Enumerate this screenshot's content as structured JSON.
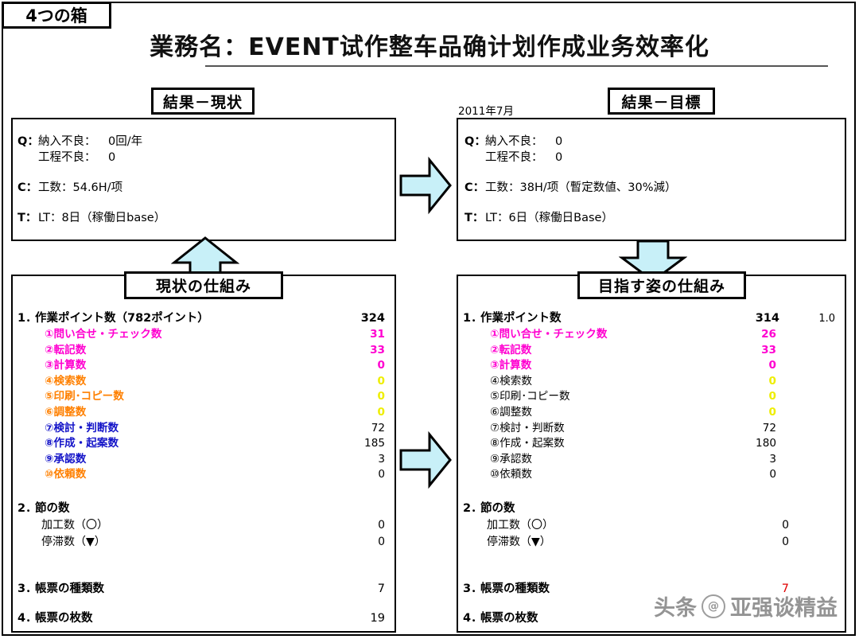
{
  "corner_tag": "4つの箱",
  "title": "業務名：EVENT试作整车品确计划作成业务效率化",
  "captions": {
    "result_current": "結果－現状",
    "result_target": "結果－目標",
    "scheme_current": "現状の仕組み",
    "scheme_target": "目指す姿の仕組み"
  },
  "date_label": "2011年7月",
  "result_current": {
    "q_key": "Q：",
    "q_line1_label": "納入不良：",
    "q_line1_value": "0回/年",
    "q_line2_label": "工程不良：",
    "q_line2_value": "0",
    "c_key": "C：",
    "c_text": "工数：54.6H/项",
    "t_key": "T：",
    "t_text": "LT：8日（稼働日base）"
  },
  "result_target": {
    "q_key": "Q：",
    "q_line1_label": "納入不良：",
    "q_line1_value": "0",
    "q_line2_label": "工程不良：",
    "q_line2_value": "0",
    "c_key": "C：",
    "c_text": "工数：38H/项（暫定数値、30%減）",
    "t_key": "T：",
    "t_text": "LT：6日（稼働日Base）"
  },
  "scheme_current": {
    "sec1": {
      "num": "1．",
      "label": "作業ポイント数（782ポイント）",
      "value": "324"
    },
    "items": [
      {
        "label": "①問い合せ・チェック数",
        "value": "31",
        "label_color": "magenta",
        "value_color": "magenta"
      },
      {
        "label": "②転記数",
        "value": "33",
        "label_color": "magenta",
        "value_color": "magenta"
      },
      {
        "label": "③計算数",
        "value": "0",
        "label_color": "magenta",
        "value_color": "magenta"
      },
      {
        "label": "④検索数",
        "value": "0",
        "label_color": "orange",
        "value_color": "yellow"
      },
      {
        "label": "⑤印刷･コピー数",
        "value": "0",
        "label_color": "orange",
        "value_color": "yellow"
      },
      {
        "label": "⑥調整数",
        "value": "0",
        "label_color": "orange",
        "value_color": "yellow"
      },
      {
        "label": "⑦検討・判断数",
        "value": "72",
        "label_color": "blue",
        "value_color": "black"
      },
      {
        "label": "⑧作成・起案数",
        "value": "185",
        "label_color": "blue",
        "value_color": "black"
      },
      {
        "label": "⑨承認数",
        "value": "3",
        "label_color": "blue",
        "value_color": "black"
      },
      {
        "label": "⑩依頼数",
        "value": "0",
        "label_color": "orange",
        "value_color": "black"
      }
    ],
    "sec2": {
      "num": "2．",
      "label": "節の数"
    },
    "sec2_rows": [
      {
        "label": "加工数（〇）",
        "value": "0",
        "value_color": "black"
      },
      {
        "label": "停滞数（▼）",
        "value": "0",
        "value_color": "black"
      }
    ],
    "sec3": {
      "num": "3．",
      "label": "帳票の種類数",
      "value": "7",
      "value_color": "black"
    },
    "sec4": {
      "num": "4．",
      "label": "帳票の枚数",
      "value": "19",
      "value_color": "black"
    }
  },
  "scheme_target": {
    "sec1": {
      "num": "1．",
      "label": "作業ポイント数",
      "value": "314",
      "ratio": "1.0"
    },
    "items": [
      {
        "label": "①問い合せ・チェック数",
        "value": "26",
        "label_color": "magenta",
        "value_color": "magenta"
      },
      {
        "label": "②転記数",
        "value": "33",
        "label_color": "magenta",
        "value_color": "magenta"
      },
      {
        "label": "③計算数",
        "value": "0",
        "label_color": "magenta",
        "value_color": "magenta"
      },
      {
        "label": "④検索数",
        "value": "0",
        "label_color": "black",
        "value_color": "yellow"
      },
      {
        "label": "⑤印刷･コピー数",
        "value": "0",
        "label_color": "black",
        "value_color": "yellow"
      },
      {
        "label": "⑥調整数",
        "value": "0",
        "label_color": "black",
        "value_color": "yellow"
      },
      {
        "label": "⑦検討・判断数",
        "value": "72",
        "label_color": "black",
        "value_color": "black"
      },
      {
        "label": "⑧作成・起案数",
        "value": "180",
        "label_color": "black",
        "value_color": "black"
      },
      {
        "label": "⑨承認数",
        "value": "3",
        "label_color": "black",
        "value_color": "black"
      },
      {
        "label": "⑩依頼数",
        "value": "0",
        "label_color": "black",
        "value_color": "black"
      }
    ],
    "sec2": {
      "num": "2．",
      "label": "節の数"
    },
    "sec2_rows": [
      {
        "label": "加工数（〇）",
        "value": "0",
        "value_color": "black"
      },
      {
        "label": "停滞数（▼）",
        "value": "0",
        "value_color": "black"
      }
    ],
    "sec3": {
      "num": "3．",
      "label": "帳票の種類数",
      "value": "7",
      "value_color": "red"
    },
    "sec4": {
      "num": "4．",
      "label": "帳票の枚数",
      "value": "",
      "value_color": "red"
    }
  },
  "watermark": {
    "prefix": "头条",
    "badge": "@",
    "name": "亚强谈精益"
  },
  "colors": {
    "arrow_fill": "#c8f0f8",
    "arrow_stroke": "#000000",
    "magenta": "#ff00d0",
    "orange": "#ff8000",
    "blue": "#1414c8",
    "yellow": "#eeee00",
    "red": "#e00000"
  }
}
